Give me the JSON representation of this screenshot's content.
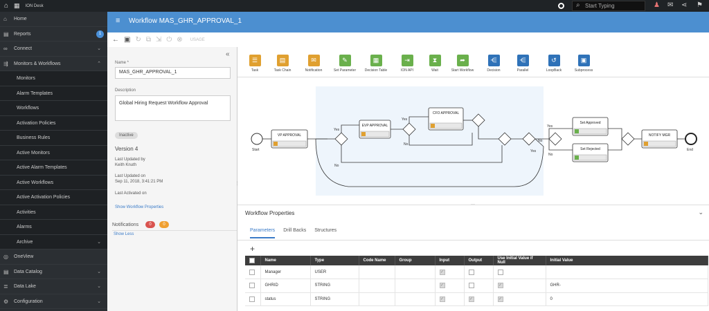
{
  "topbar": {
    "app_name": "ION Desk",
    "search_placeholder": "Start Typing"
  },
  "sidebar": {
    "home": "Home",
    "reports": "Reports",
    "reports_badge": "1",
    "connect": "Connect",
    "monitors_workflows": "Monitors & Workflows",
    "sub": [
      "Monitors",
      "Alarm Templates",
      "Workflows",
      "Activation Policies",
      "Business Rules",
      "Active Monitors",
      "Active Alarm Templates",
      "Active Workflows",
      "Active Activation Policies",
      "Activities",
      "Alarms",
      "Archive"
    ],
    "oneview": "OneView",
    "data_catalog": "Data Catalog",
    "data_lake": "Data Lake",
    "configuration": "Configuration"
  },
  "header": {
    "title": "Workflow MAS_GHR_APPROVAL_1"
  },
  "toolbar": {
    "usage": "USAGE"
  },
  "left": {
    "name_label": "Name *",
    "name_value": "MAS_GHR_APPROVAL_1",
    "desc_label": "Description",
    "desc_value": "Global Hiring Request Workflow Approval",
    "status": "Inactive",
    "version": "Version 4",
    "updated_by_label": "Last Updated by",
    "updated_by": "Keith Knuth",
    "updated_on_label": "Last Updated on",
    "updated_on": "Sep 11, 2018, 3:41:21 PM",
    "activated_label": "Last Activated on",
    "show_props": "Show Workflow Properties",
    "notifications": "Notifications",
    "n_red": "0",
    "n_orange": "0",
    "show_less": "Show Less"
  },
  "palette": [
    {
      "label": "Task",
      "color": "#e0a030",
      "glyph": "☰"
    },
    {
      "label": "Task Chain",
      "color": "#e0a030",
      "glyph": "▤"
    },
    {
      "label": "Notification",
      "color": "#e0a030",
      "glyph": "✉"
    },
    {
      "label": "Set Parameter",
      "color": "#6ab04c",
      "glyph": "✎"
    },
    {
      "label": "Decision Table",
      "color": "#6ab04c",
      "glyph": "▦"
    },
    {
      "label": "ION API",
      "color": "#6ab04c",
      "glyph": "⇥"
    },
    {
      "label": "Wait",
      "color": "#6ab04c",
      "glyph": "⧗"
    },
    {
      "label": "Start Workflow",
      "color": "#6ab04c",
      "glyph": "➦"
    },
    {
      "label": "Decision",
      "color": "#2f72b8",
      "glyph": "⋲"
    },
    {
      "label": "Parallel",
      "color": "#2f72b8",
      "glyph": "⋲"
    },
    {
      "label": "LoopBack",
      "color": "#2f72b8",
      "glyph": "↺"
    },
    {
      "label": "Subprocess",
      "color": "#2f72b8",
      "glyph": "▣"
    }
  ],
  "diagram": {
    "start": "Start",
    "end": "End",
    "nodes": [
      "VP APPROVAL",
      "EVP APPROVAL",
      "CFO APPROVAL",
      "Set Approved",
      "Set Rejected",
      "NOTIFY MGR"
    ],
    "yes": "Yes",
    "no": "No"
  },
  "props": {
    "title": "Workflow Properties",
    "tabs": [
      "Parameters",
      "Drill Backs",
      "Structures"
    ],
    "columns": [
      "Name",
      "Type",
      "Code Name",
      "Group",
      "Input",
      "Output",
      "Use Initial Value if Null",
      "Initial Value"
    ],
    "rows": [
      {
        "name": "Manager",
        "type": "USER",
        "input": true,
        "output": false,
        "use": false,
        "init": ""
      },
      {
        "name": "GHRID",
        "type": "STRING",
        "input": true,
        "output": false,
        "use": true,
        "init": "GHR-"
      },
      {
        "name": "status",
        "type": "STRING",
        "input": true,
        "output": true,
        "use": true,
        "init": "0"
      }
    ]
  }
}
